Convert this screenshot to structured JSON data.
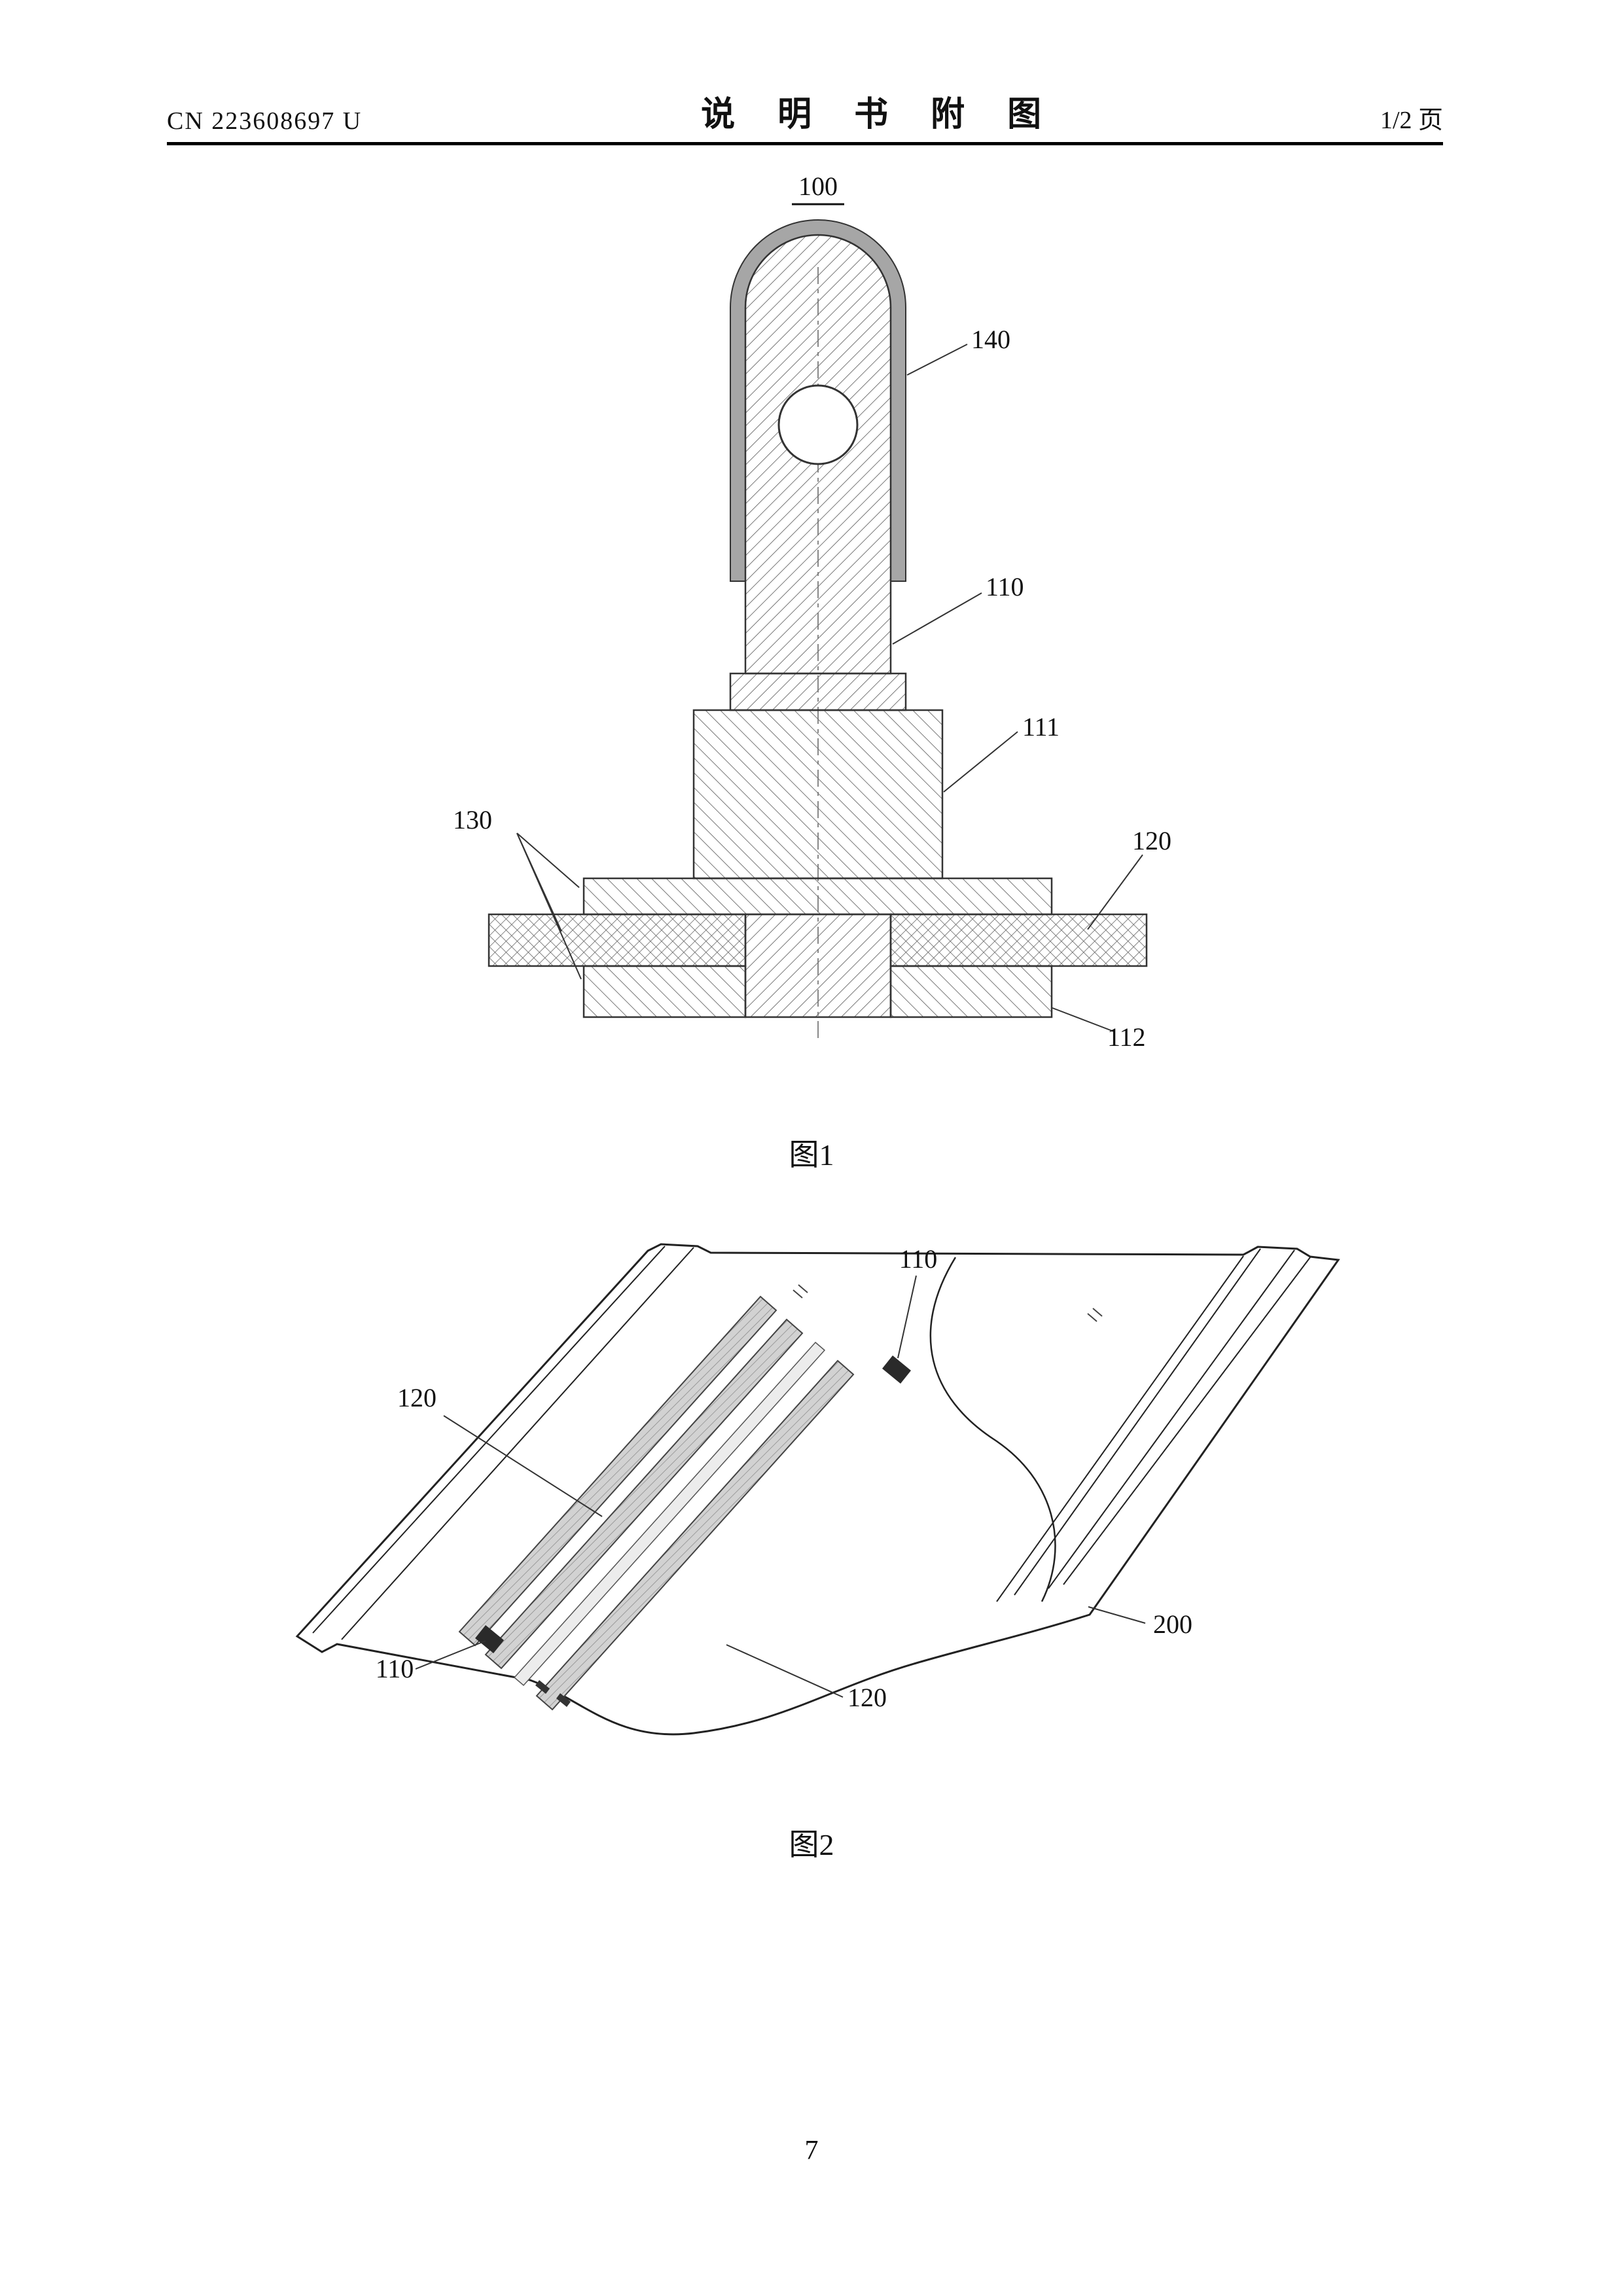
{
  "header": {
    "patent_number": "CN 223608697 U",
    "title": "说 明 书 附 图",
    "page_indicator": "1/2 页"
  },
  "fig1": {
    "caption": "图1",
    "labels": {
      "l100": "100",
      "l140": "140",
      "l110": "110",
      "l111": "111",
      "l130": "130",
      "l120": "120",
      "l112": "112"
    }
  },
  "fig2": {
    "caption": "图2",
    "labels": {
      "l110_top": "110",
      "l120_left": "120",
      "l110_bottom": "110",
      "l120_bottom": "120",
      "l200": "200"
    }
  },
  "footer": {
    "page_number": "7"
  }
}
